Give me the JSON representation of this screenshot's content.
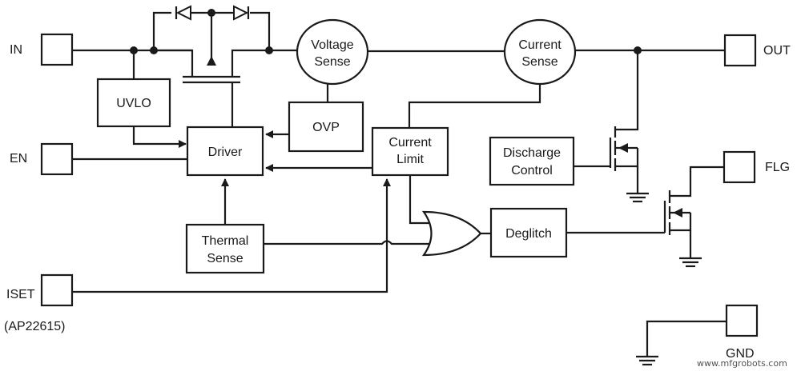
{
  "pins": {
    "in": "IN",
    "en": "EN",
    "iset": "ISET",
    "out": "OUT",
    "flg": "FLG",
    "gnd": "GND"
  },
  "part_number": "(AP22615)",
  "blocks": {
    "uvlo": "UVLO",
    "driver": "Driver",
    "ovp": "OVP",
    "voltage_sense": [
      "Voltage",
      "Sense"
    ],
    "current_sense": [
      "Current",
      "Sense"
    ],
    "current_limit": [
      "Current",
      "Limit"
    ],
    "thermal_sense": [
      "Thermal",
      "Sense"
    ],
    "discharge_control": [
      "Discharge",
      "Control"
    ],
    "deglitch": "Deglitch"
  },
  "watermark": "www.mfgrobots.com"
}
